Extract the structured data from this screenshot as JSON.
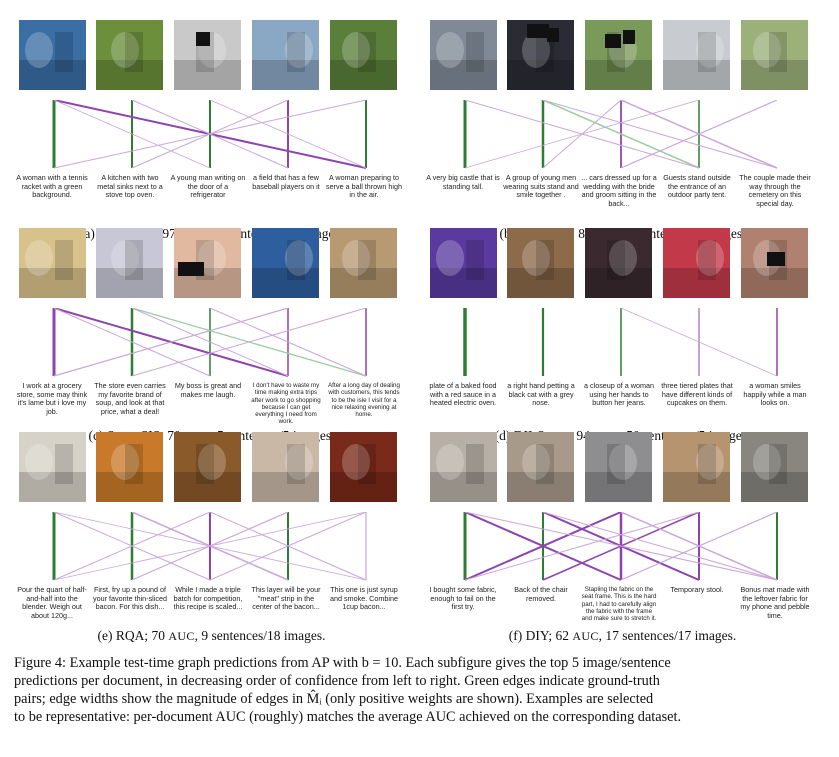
{
  "figure": {
    "caption_lines": [
      "Figure 4: Example test-time graph predictions from AP with b = 10. Each subfigure gives the top 5 image/sentence",
      "predictions per document, in decreasing order of confidence from left to right. Green edges indicate ground-truth",
      "pairs; edge widths show the magnitude of edges in M̂ᵢ (only positive weights are shown). Examples are selected",
      "to be representative: per-document AUC (roughly) matches the average AUC achieved on the corresponding dataset."
    ]
  },
  "colors": {
    "green": "#2e7d32",
    "purple": "#8e44ad",
    "lightpurple": "#c9a6d9",
    "lightgreen": "#9ccc9f"
  },
  "panels": [
    {
      "id": "a",
      "caption_prefix": "(a) MSCOCO; 97",
      "caption_auc": "AUC",
      "caption_suffix": ", 10 sentences/10 images.",
      "images": [
        "tennis player",
        "kitchen sinks",
        "man writing on refrigerator",
        "baseball field",
        "woman serving tennis ball"
      ],
      "sentences": [
        "A woman with a tennis racket with a green background.",
        "A kitchen with two metal sinks next to a stove top oven.",
        "A young man writing on the door of a refrigerator",
        "a field that has a few baseball players on it",
        "A woman preparing to serve a ball thrown high in the air."
      ],
      "small": [
        false,
        false,
        false,
        false,
        false
      ]
    },
    {
      "id": "b",
      "caption_prefix": "(b) Story-DII; 83",
      "caption_auc": "AUC",
      "caption_suffix": ", 5 sentences/5 images.",
      "images": [
        "castle",
        "young men in suits",
        "bride and groom",
        "outdoor tent",
        "white vintage car"
      ],
      "sentences": [
        "A very big castle that is standing tall.",
        "A group of young men wearing suits stand and smile together .",
        "... cars dressed up for a wedding with the bride and groom sitting in the back...",
        "Guests stand outside the entrance of an outdoor party tent.",
        "The couple made their way through the cemetery on this special day."
      ],
      "small": [
        false,
        false,
        false,
        false,
        false
      ]
    },
    {
      "id": "c",
      "caption_prefix": "(c) Story-SIS; 70",
      "caption_auc": "AUC",
      "caption_suffix": ", 5 sentences/5 images.",
      "images": [
        "grocery aisle",
        "soup cans",
        "two men selfie",
        "grocery shelves",
        "store aisle"
      ],
      "sentences": [
        "I work at a grocery store, some may think it's lame but i love my job.",
        "The store even carries my favorite brand of soup, and look at that price, what a deal!",
        "My boss is great and makes me laugh.",
        "I don't have to waste my time making extra trips after work to go shopping because I can get everything I need from work.",
        "After a long day of dealing with customers, this tends to be the isle I visit for a nice relaxing evening at home."
      ],
      "small": [
        false,
        false,
        false,
        true,
        true
      ]
    },
    {
      "id": "d",
      "caption_prefix": "(d) DII-Stress; 94",
      "caption_auc": "AUC",
      "caption_suffix": ", 50 sentences/5 images.",
      "images": [
        "electric oven",
        "hand petting cat",
        "buttoning jeans",
        "cupcakes plates",
        "smiling woman"
      ],
      "sentences": [
        "plate of a baked food with a red sauce in a heated electric oven.",
        "a right hand petting a black cat with a grey nose.",
        "a closeup of a woman using her hands to button her jeans.",
        "three tiered plates that have different kinds of cupcakes on them.",
        "a woman smiles happily while a man looks on."
      ],
      "small": [
        false,
        false,
        false,
        false,
        false
      ]
    },
    {
      "id": "e",
      "caption_prefix": "(e) RQA; 70",
      "caption_auc": "AUC",
      "caption_suffix": ", 9 sentences/18 images.",
      "images": [
        "blender",
        "baked dish",
        "syrup bottles",
        "bacon",
        "maple syrup"
      ],
      "sentences": [
        "Pour the quart of half-and-half into the blender. Weigh out about 120g...",
        "First, fry up a pound of your favorite thin-sliced bacon. For this dish...",
        "While I made a triple batch for competition, this recipe is scaled...",
        "This layer will be your \"meat\" strip in the center of the bacon...",
        "This one is just syrup and smoke. Combine 1cup bacon..."
      ],
      "small": [
        false,
        false,
        false,
        false,
        false
      ]
    },
    {
      "id": "f",
      "caption_prefix": "(f) DIY; 62",
      "caption_auc": "AUC",
      "caption_suffix": ", 17 sentences/17 images.",
      "images": [
        "fabric",
        "chair back",
        "seat frame",
        "wooden chair",
        "seat cushion"
      ],
      "sentences": [
        "I bought some fabric, enough to fail on the first try.",
        "Back of the chair removed.",
        "Stapling the fabric on the seat frame. This is the hard part, I had to carefully align the fabric with the frame and make sure to stretch it.",
        "Temporary stool.",
        "Bonus mat made with the leftover fabric for my phone and pebble time."
      ],
      "small": [
        false,
        false,
        true,
        false,
        false
      ]
    }
  ]
}
